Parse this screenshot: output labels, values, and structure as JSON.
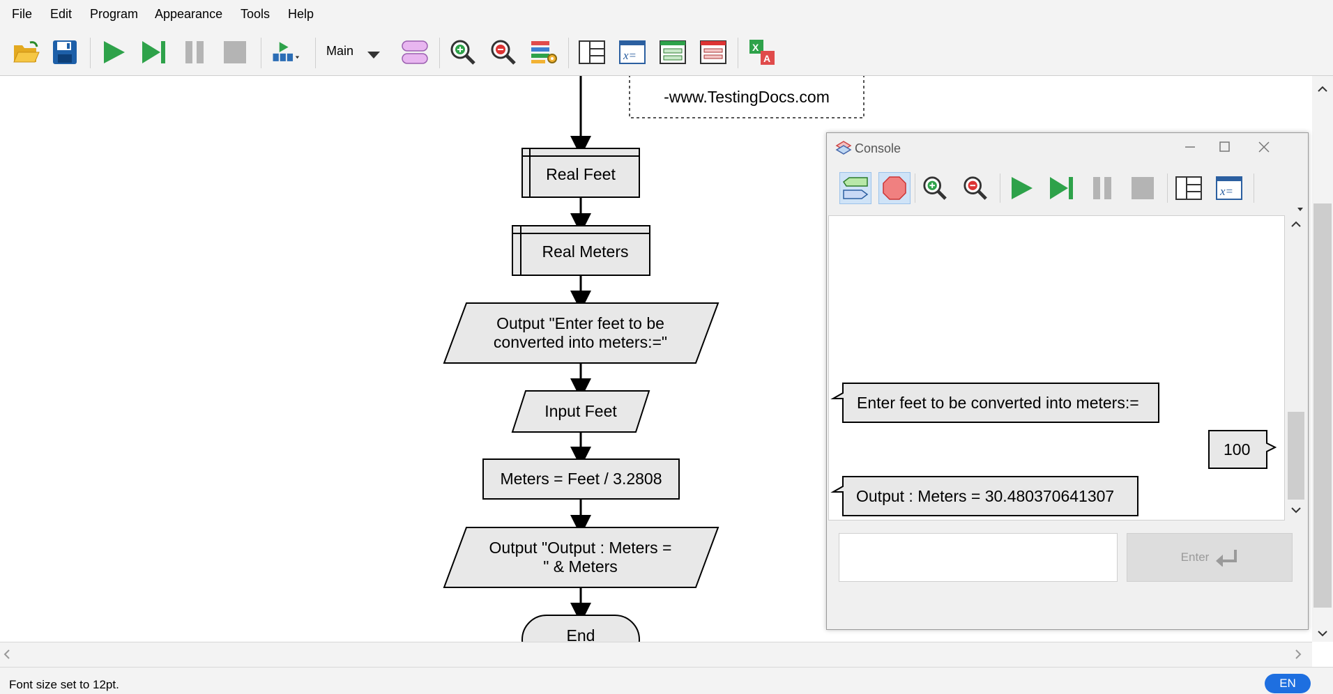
{
  "menu": {
    "items": [
      "File",
      "Edit",
      "Program",
      "Appearance",
      "Tools",
      "Help"
    ]
  },
  "toolbar": {
    "procedure_selected": "Main",
    "icons": [
      "open-folder-icon",
      "save-icon",
      "run-icon",
      "step-icon",
      "pause-icon",
      "stop-icon",
      "run-speed-icon",
      "procedure-dropdown",
      "add-function-icon",
      "zoom-in-icon",
      "zoom-out-icon",
      "chart-style-icon",
      "layout-icon",
      "variables-icon",
      "console-view-icon",
      "variable-watch-icon",
      "translate-icon"
    ]
  },
  "flowchart": {
    "comment": "-www.TestingDocs.com",
    "declare_feet": "Real Feet",
    "declare_meters": "Real Meters",
    "output_prompt_line1": "Output \"Enter feet to be",
    "output_prompt_line2": "converted into meters:=\"",
    "input_feet": "Input Feet",
    "assign": "Meters = Feet / 3.2808",
    "output_result_line1": "Output \"Output : Meters =",
    "output_result_line2": "\" & Meters",
    "end": "End"
  },
  "console": {
    "title": "Console",
    "messages": [
      {
        "side": "left",
        "text": "Enter feet to be converted into meters:="
      },
      {
        "side": "right",
        "text": "100"
      },
      {
        "side": "left",
        "text": "Output : Meters = 30.480370641307"
      }
    ],
    "input_value": "",
    "enter_label": "Enter"
  },
  "status": {
    "text": "Font size set to 12pt.",
    "language": "EN"
  },
  "colors": {
    "run_green": "#2ea24a",
    "stop_red": "#f08080",
    "language_badge": "#1e6fe0",
    "flow_shape_fill": "#e8e8e8"
  }
}
